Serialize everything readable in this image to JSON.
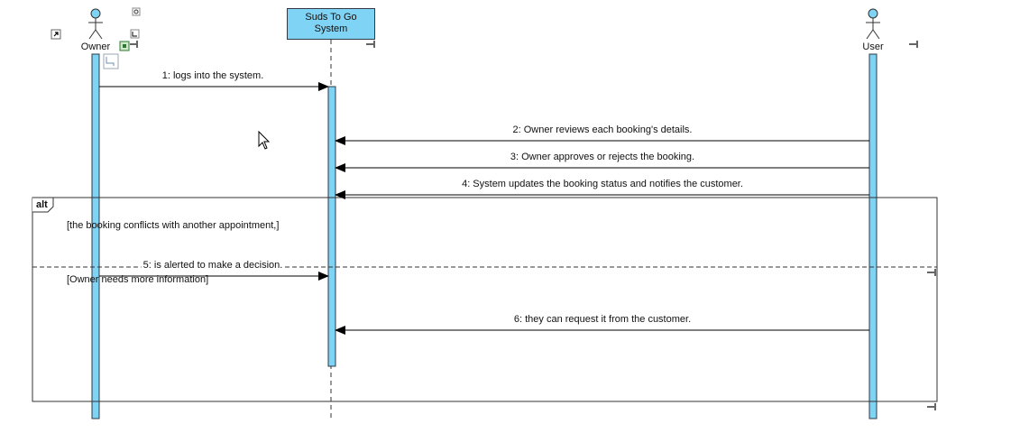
{
  "lifelines": {
    "owner": "Owner",
    "system": "Suds To Go System",
    "user": "User"
  },
  "messages": [
    {
      "label": "1: logs into the system."
    },
    {
      "label": "2: Owner reviews each booking's details."
    },
    {
      "label": "3: Owner approves or rejects the booking."
    },
    {
      "label": "4: System updates the booking status and notifies the customer."
    },
    {
      "label": "5: is alerted to make a decision."
    },
    {
      "label": "6: they can request it from the customer."
    }
  ],
  "fragment": {
    "operator": "alt",
    "guard1": "[the booking conflicts with another appointment,]",
    "guard2": "[Owner needs more information]"
  },
  "colors": {
    "lifeline_fill": "#7fd3f5",
    "border": "#2f3a44"
  }
}
